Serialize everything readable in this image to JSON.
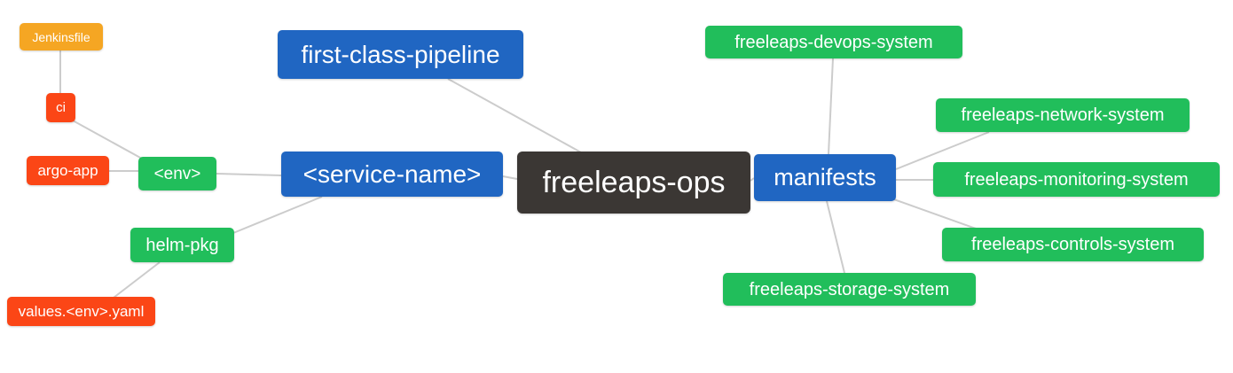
{
  "app": {
    "type": "mindmap-diagram",
    "background": "#ffffff"
  },
  "palette": {
    "blue": "#2066c2",
    "green": "#21be5b",
    "red": "#fb4616",
    "orange": "#f5a623",
    "dark": "#3b3734",
    "edge": "#cccccc",
    "text": "#ffffff"
  },
  "diagram": {
    "root": "freeleaps-ops",
    "nodes": {
      "jenkinsfile": {
        "label": "Jenkinsfile",
        "color": "orange"
      },
      "ci": {
        "label": "ci",
        "color": "red"
      },
      "argo_app": {
        "label": "argo-app",
        "color": "red"
      },
      "env": {
        "label": "<env>",
        "color": "green"
      },
      "first_class_pipeline": {
        "label": "first-class-pipeline",
        "color": "blue"
      },
      "service_name": {
        "label": "<service-name>",
        "color": "blue"
      },
      "helm_pkg": {
        "label": "helm-pkg",
        "color": "green"
      },
      "values_env_yaml": {
        "label": "values.<env>.yaml",
        "color": "red"
      },
      "freeleaps_ops": {
        "label": "freeleaps-ops",
        "color": "dark"
      },
      "manifests": {
        "label": "manifests",
        "color": "blue"
      },
      "devops_system": {
        "label": "freeleaps-devops-system",
        "color": "green"
      },
      "network_system": {
        "label": "freeleaps-network-system",
        "color": "green"
      },
      "monitoring_system": {
        "label": "freeleaps-monitoring-system",
        "color": "green"
      },
      "controls_system": {
        "label": "freeleaps-controls-system",
        "color": "green"
      },
      "storage_system": {
        "label": "freeleaps-storage-system",
        "color": "green"
      }
    },
    "edges": [
      {
        "from": "Jenkinsfile",
        "to": "ci"
      },
      {
        "from": "ci",
        "to": "<env>"
      },
      {
        "from": "argo-app",
        "to": "<env>"
      },
      {
        "from": "<env>",
        "to": "<service-name>"
      },
      {
        "from": "helm-pkg",
        "to": "<service-name>"
      },
      {
        "from": "values.<env>.yaml",
        "to": "helm-pkg"
      },
      {
        "from": "first-class-pipeline",
        "to": "freeleaps-ops"
      },
      {
        "from": "<service-name>",
        "to": "freeleaps-ops"
      },
      {
        "from": "freeleaps-ops",
        "to": "manifests"
      },
      {
        "from": "freeleaps-devops-system",
        "to": "manifests"
      },
      {
        "from": "manifests",
        "to": "freeleaps-network-system"
      },
      {
        "from": "manifests",
        "to": "freeleaps-monitoring-system"
      },
      {
        "from": "manifests",
        "to": "freeleaps-controls-system"
      },
      {
        "from": "manifests",
        "to": "freeleaps-storage-system"
      }
    ]
  }
}
